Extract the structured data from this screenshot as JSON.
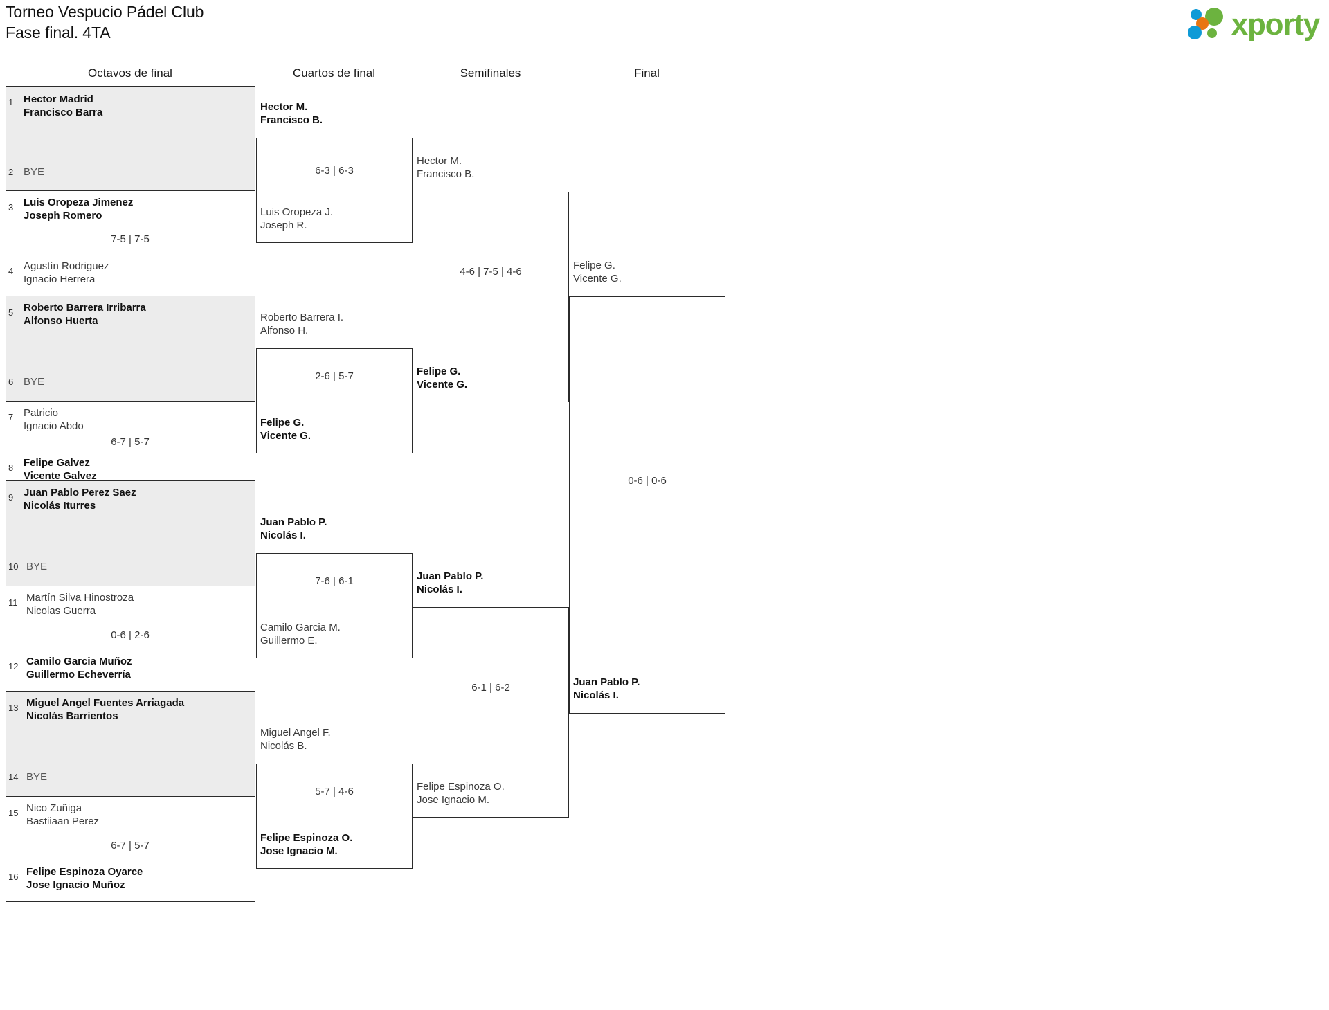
{
  "header": {
    "title_line1": "Torneo Vespucio Pádel Club",
    "title_line2": "Fase final. 4TA",
    "logo_text": "xporty",
    "logo_colors": {
      "green": "#6cb33f",
      "blue": "#0f9bd7",
      "orange": "#e87511"
    }
  },
  "rounds": [
    {
      "label": "Octavos de final"
    },
    {
      "label": "Cuartos de final"
    },
    {
      "label": "Semifinales"
    },
    {
      "label": "Final"
    }
  ],
  "round1": {
    "matches": [
      {
        "shaded": true,
        "score": "",
        "top": {
          "seed": "1",
          "lines": [
            "Hector Madrid",
            "Francisco Barra"
          ],
          "winner": true,
          "bye": false
        },
        "bottom": {
          "seed": "2",
          "lines": [
            "BYE"
          ],
          "winner": false,
          "bye": true
        }
      },
      {
        "shaded": false,
        "score": "7-5 | 7-5",
        "top": {
          "seed": "3",
          "lines": [
            "Luis Oropeza Jimenez",
            "Joseph Romero"
          ],
          "winner": true,
          "bye": false
        },
        "bottom": {
          "seed": "4",
          "lines": [
            "Agustín Rodriguez",
            "Ignacio Herrera"
          ],
          "winner": false,
          "bye": false
        }
      },
      {
        "shaded": true,
        "score": "",
        "top": {
          "seed": "5",
          "lines": [
            "Roberto Barrera Irribarra",
            "Alfonso Huerta"
          ],
          "winner": true,
          "bye": false
        },
        "bottom": {
          "seed": "6",
          "lines": [
            "BYE"
          ],
          "winner": false,
          "bye": true
        }
      },
      {
        "shaded": false,
        "score": "6-7 | 5-7",
        "top": {
          "seed": "7",
          "lines": [
            "Patricio",
            "Ignacio Abdo"
          ],
          "winner": false,
          "bye": false
        },
        "bottom": {
          "seed": "8",
          "lines": [
            "Felipe Galvez",
            "Vicente Galvez"
          ],
          "winner": true,
          "bye": false
        }
      },
      {
        "shaded": true,
        "score": "",
        "top": {
          "seed": "9",
          "lines": [
            "Juan Pablo Perez Saez",
            "Nicolás Iturres"
          ],
          "winner": true,
          "bye": false
        },
        "bottom": {
          "seed": "10",
          "lines": [
            "BYE"
          ],
          "winner": false,
          "bye": true
        }
      },
      {
        "shaded": false,
        "score": "0-6 | 2-6",
        "top": {
          "seed": "11",
          "lines": [
            "Martín Silva Hinostroza",
            "Nicolas Guerra"
          ],
          "winner": false,
          "bye": false
        },
        "bottom": {
          "seed": "12",
          "lines": [
            "Camilo Garcia Muñoz",
            "Guillermo Echeverría"
          ],
          "winner": true,
          "bye": false
        }
      },
      {
        "shaded": true,
        "score": "",
        "top": {
          "seed": "13",
          "lines": [
            "Miguel Angel Fuentes Arriagada",
            "Nicolás Barrientos"
          ],
          "winner": true,
          "bye": false
        },
        "bottom": {
          "seed": "14",
          "lines": [
            "BYE"
          ],
          "winner": false,
          "bye": true
        }
      },
      {
        "shaded": false,
        "score": "6-7 | 5-7",
        "top": {
          "seed": "15",
          "lines": [
            "Nico Zuñiga",
            "Bastiiaan Perez"
          ],
          "winner": false,
          "bye": false
        },
        "bottom": {
          "seed": "16",
          "lines": [
            "Felipe Espinoza Oyarce",
            "Jose Ignacio Muñoz"
          ],
          "winner": true,
          "bye": false
        }
      }
    ]
  },
  "round2": {
    "matches": [
      {
        "score": "6-3 | 6-3",
        "top": {
          "lines": [
            "Hector M.",
            "Francisco B."
          ],
          "winner": true
        },
        "bottom": {
          "lines": [
            "Luis Oropeza J.",
            "Joseph R."
          ],
          "winner": false
        }
      },
      {
        "score": "2-6 | 5-7",
        "top": {
          "lines": [
            "Roberto Barrera I.",
            "Alfonso H."
          ],
          "winner": false
        },
        "bottom": {
          "lines": [
            "Felipe G.",
            "Vicente G."
          ],
          "winner": true
        }
      },
      {
        "score": "7-6 | 6-1",
        "top": {
          "lines": [
            "Juan Pablo P.",
            "Nicolás I."
          ],
          "winner": true
        },
        "bottom": {
          "lines": [
            "Camilo Garcia M.",
            "Guillermo E."
          ],
          "winner": false
        }
      },
      {
        "score": "5-7 | 4-6",
        "top": {
          "lines": [
            "Miguel Angel F.",
            "Nicolás B."
          ],
          "winner": false
        },
        "bottom": {
          "lines": [
            "Felipe Espinoza O.",
            "Jose Ignacio M."
          ],
          "winner": true
        }
      }
    ]
  },
  "round3": {
    "matches": [
      {
        "score": "4-6 | 7-5 | 4-6",
        "top": {
          "lines": [
            "Hector M.",
            "Francisco B."
          ],
          "winner": false
        },
        "bottom": {
          "lines": [
            "Felipe G.",
            "Vicente G."
          ],
          "winner": true
        }
      },
      {
        "score": "6-1 | 6-2",
        "top": {
          "lines": [
            "Juan Pablo P.",
            "Nicolás I."
          ],
          "winner": true
        },
        "bottom": {
          "lines": [
            "Felipe Espinoza O.",
            "Jose Ignacio M."
          ],
          "winner": false
        }
      }
    ]
  },
  "round4": {
    "matches": [
      {
        "score": "0-6 | 0-6",
        "top": {
          "lines": [
            "Felipe G.",
            "Vicente G."
          ],
          "winner": false
        },
        "bottom": {
          "lines": [
            "Juan Pablo P.",
            "Nicolás I."
          ],
          "winner": true
        }
      }
    ]
  }
}
